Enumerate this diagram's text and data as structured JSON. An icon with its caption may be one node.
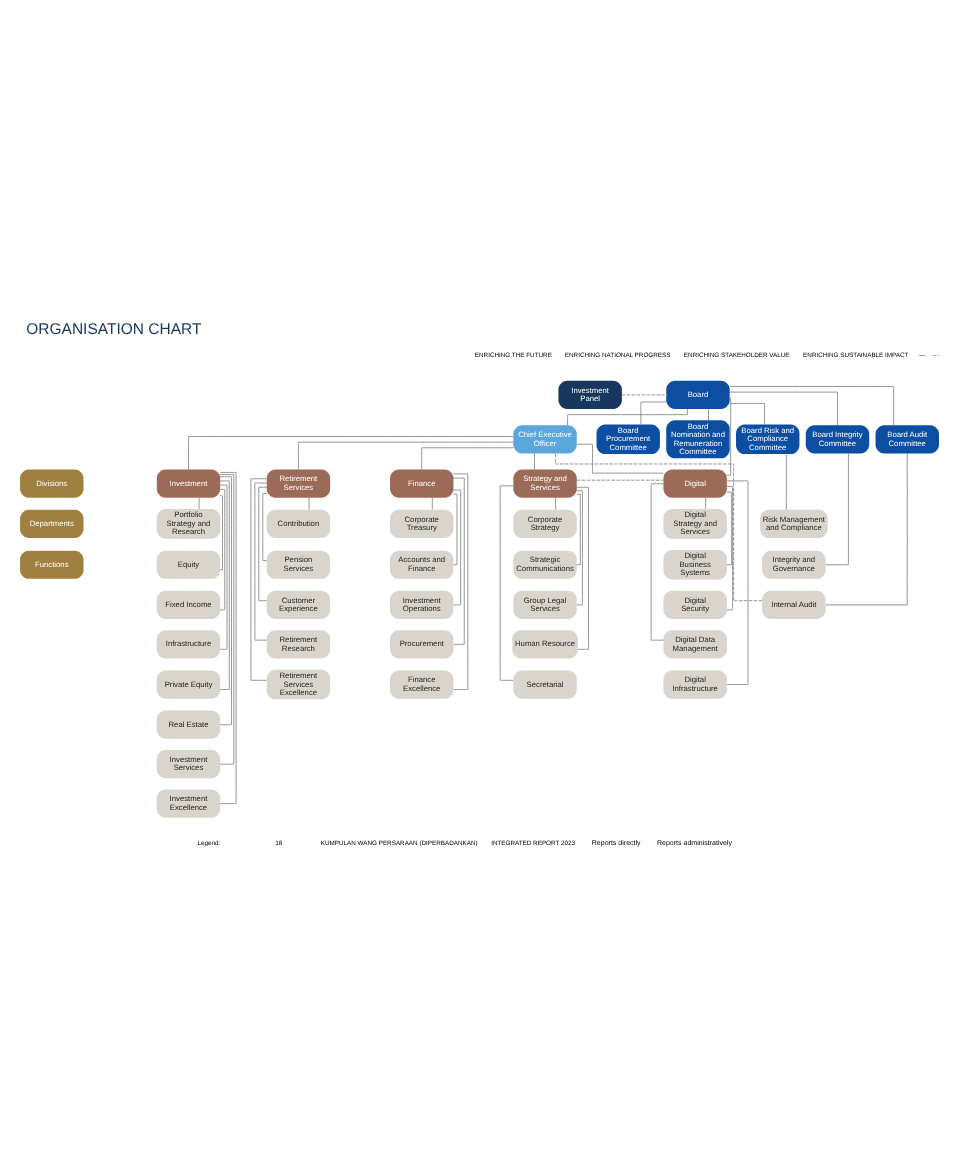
{
  "diagram": {
    "title": "ORGANISATION CHART",
    "nodes": [
      {
        "text": [
          "Investment Panel"
        ]
      },
      {
        "text": [
          "Board"
        ]
      },
      {
        "text": [
          "Chief Executive Officer"
        ]
      },
      {
        "text": [
          "Board Procurement Committee"
        ]
      },
      {
        "text": [
          "Board Nomination and Remuneration Committee"
        ]
      },
      {
        "text": [
          "Board Risk and Compliance Committee"
        ]
      },
      {
        "text": [
          "Board Integrity Committee"
        ]
      },
      {
        "text": [
          "Board Audit Committee"
        ]
      },
      {
        "text": [
          "Divisions"
        ]
      },
      {
        "text": [
          "Departments"
        ]
      },
      {
        "text": [
          "Functions"
        ]
      },
      {
        "text": [
          "Investment"
        ]
      },
      {
        "text": [
          "Retirement Services"
        ]
      },
      {
        "text": [
          "Finance"
        ]
      },
      {
        "text": [
          "Strategy and Services"
        ]
      },
      {
        "text": [
          "Digital"
        ]
      },
      {
        "text": [
          "Portfolio Strategy and Research"
        ]
      },
      {
        "text": [
          "Equity"
        ]
      },
      {
        "text": [
          "Fixed Income"
        ]
      },
      {
        "text": [
          "Infrastructure"
        ]
      },
      {
        "text": [
          "Private Equity"
        ]
      },
      {
        "text": [
          "Real Estate"
        ]
      },
      {
        "text": [
          "Contribution"
        ]
      },
      {
        "text": [
          "Pension Services"
        ]
      },
      {
        "text": [
          "Customer Experience"
        ]
      },
      {
        "text": [
          "Corporate Treasury"
        ]
      },
      {
        "text": [
          "Accounts and Finance"
        ]
      },
      {
        "text": [
          "Investment Operations"
        ]
      },
      {
        "text": [
          "Corporate Strategy"
        ]
      },
      {
        "text": [
          "Strategic Communications"
        ]
      },
      {
        "text": [
          "Group Legal Services"
        ]
      },
      {
        "text": [
          "Human Resource"
        ]
      },
      {
        "text": [
          "Digital Strategy and Services"
        ]
      },
      {
        "text": [
          "Risk Management and Compliance"
        ]
      },
      {
        "text": [
          "Integrity and Governance"
        ]
      },
      {
        "text": [
          "Internal Audit"
        ]
      },
      {
        "text": [
          "Investment Services"
        ]
      },
      {
        "text": [
          "Investment Excellence"
        ]
      },
      {
        "text": [
          "Retirement Research"
        ]
      },
      {
        "text": [
          "Retirement Services Excellence"
        ]
      },
      {
        "text": [
          "Procurement"
        ]
      },
      {
        "text": [
          "Finance Excellence"
        ]
      },
      {
        "text": [
          "Secretarial"
        ]
      },
      {
        "text": [
          "Digital Business Systems"
        ]
      },
      {
        "text": [
          "Digital Security"
        ]
      },
      {
        "text": [
          "Digital Data Management"
        ]
      },
      {
        "text": [
          "Digital Infrastructure"
        ]
      }
    ],
    "edges": [
      {
        "from": 0,
        "to": 1,
        "arrow": "none",
        "style": "dashed"
      },
      {
        "from": 1,
        "to": 2,
        "arrow": "none"
      },
      {
        "from": 1,
        "to": 3,
        "arrow": "none"
      },
      {
        "from": 1,
        "to": 4,
        "arrow": "none"
      },
      {
        "from": 1,
        "to": 5,
        "arrow": "none"
      },
      {
        "from": 1,
        "to": 6,
        "arrow": "none"
      },
      {
        "from": 1,
        "to": 7,
        "arrow": "none"
      },
      {
        "from": 2,
        "to": 11,
        "arrow": "none"
      },
      {
        "from": 2,
        "to": 12,
        "arrow": "none"
      },
      {
        "from": 2,
        "to": 13,
        "arrow": "none"
      },
      {
        "from": 2,
        "to": 14,
        "arrow": "none"
      },
      {
        "from": 2,
        "to": 15,
        "arrow": "none"
      },
      {
        "from": 1,
        "to": 15,
        "arrow": "none"
      },
      {
        "from": 14,
        "to": 15,
        "arrow": "none",
        "style": "dashed"
      },
      {
        "from": 2,
        "to": 35,
        "arrow": "none",
        "style": "dashed"
      },
      {
        "from": 5,
        "to": 33,
        "arrow": "none"
      },
      {
        "from": 6,
        "to": 34,
        "arrow": "none"
      },
      {
        "from": 7,
        "to": 35,
        "arrow": "none"
      },
      {
        "from": 11,
        "to": 16,
        "arrow": "none"
      },
      {
        "from": 11,
        "to": 17,
        "arrow": "none"
      },
      {
        "from": 11,
        "to": 18,
        "arrow": "none"
      },
      {
        "from": 11,
        "to": 19,
        "arrow": "none"
      },
      {
        "from": 11,
        "to": 20,
        "arrow": "none"
      },
      {
        "from": 11,
        "to": 21,
        "arrow": "none"
      },
      {
        "from": 11,
        "to": 36,
        "arrow": "none"
      },
      {
        "from": 11,
        "to": 37,
        "arrow": "none"
      },
      {
        "from": 12,
        "to": 22,
        "arrow": "none"
      },
      {
        "from": 12,
        "to": 23,
        "arrow": "none"
      },
      {
        "from": 12,
        "to": 24,
        "arrow": "none"
      },
      {
        "from": 12,
        "to": 38,
        "arrow": "none"
      },
      {
        "from": 12,
        "to": 39,
        "arrow": "none"
      },
      {
        "from": 13,
        "to": 25,
        "arrow": "none"
      },
      {
        "from": 13,
        "to": 26,
        "arrow": "none"
      },
      {
        "from": 13,
        "to": 27,
        "arrow": "none"
      },
      {
        "from": 13,
        "to": 40,
        "arrow": "none"
      },
      {
        "from": 13,
        "to": 41,
        "arrow": "none"
      },
      {
        "from": 14,
        "to": 28,
        "arrow": "none"
      },
      {
        "from": 14,
        "to": 29,
        "arrow": "none"
      },
      {
        "from": 14,
        "to": 30,
        "arrow": "none"
      },
      {
        "from": 14,
        "to": 31,
        "arrow": "none"
      },
      {
        "from": 14,
        "to": 42,
        "arrow": "none"
      },
      {
        "from": 15,
        "to": 32,
        "arrow": "none"
      },
      {
        "from": 15,
        "to": 43,
        "arrow": "none"
      },
      {
        "from": 15,
        "to": 44,
        "arrow": "none"
      },
      {
        "from": 15,
        "to": 45,
        "arrow": "none"
      },
      {
        "from": 15,
        "to": 46,
        "arrow": "none"
      }
    ],
    "labels": [
      "ENRICHING THE FUTURE",
      "ENRICHING NATIONAL PROGRESS",
      "ENRICHING STAKEHOLDER VALUE",
      "ENRICHING SUSTAINABLE IMPACT",
      "Legend:",
      "18",
      "KUMPULAN WANG PERSARAAN (DIPERBADANKAN)",
      "INTEGRATED REPORT 2023"
    ],
    "legend": [
      {
        "text": "Reports directly"
      },
      {
        "text": "Reports administratively"
      }
    ]
  }
}
